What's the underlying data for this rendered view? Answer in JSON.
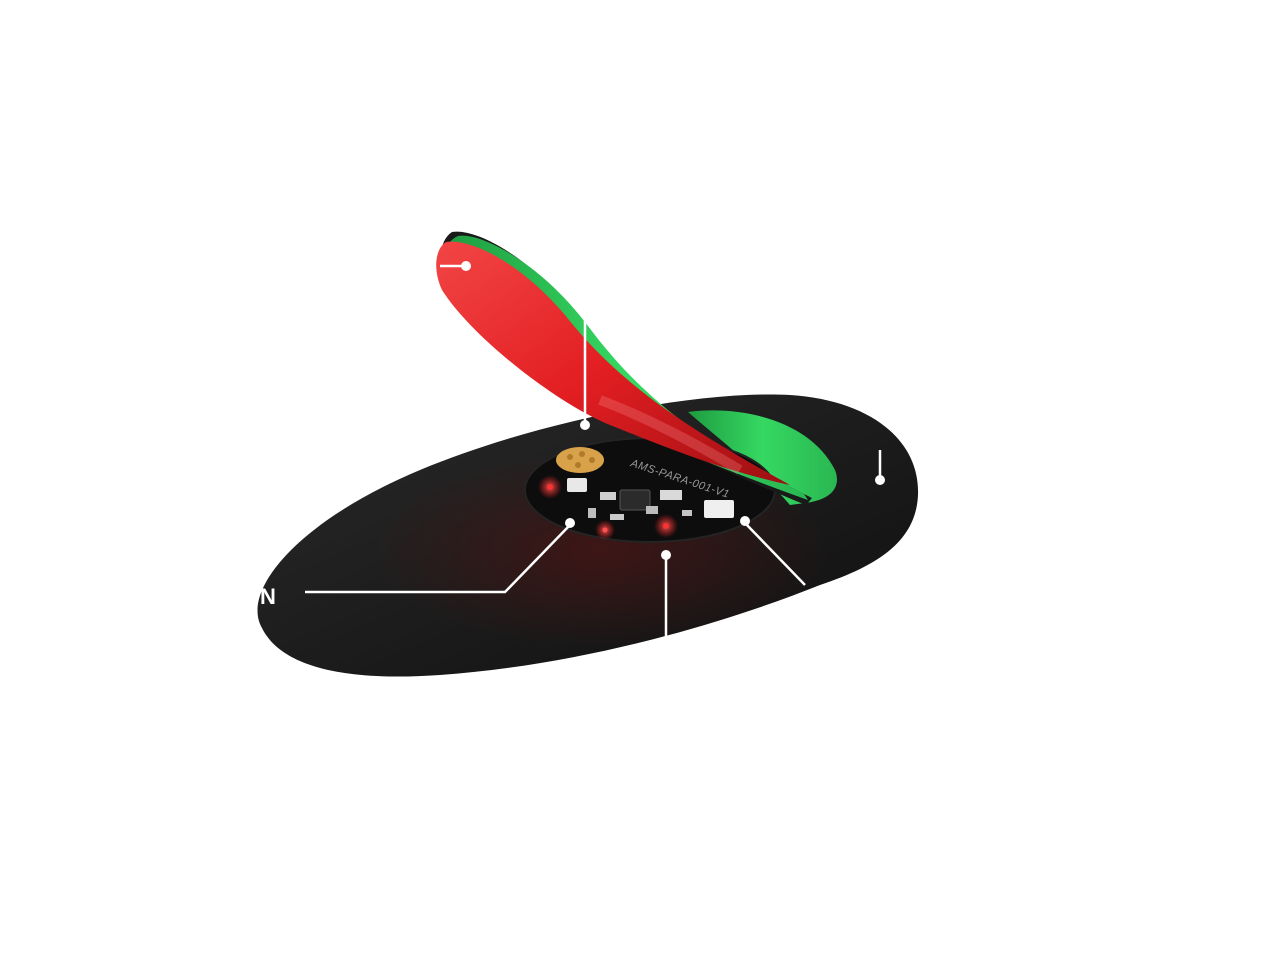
{
  "image": {
    "subject": "flexible-insole-sensor-with-pcb",
    "colors": {
      "background": "#ffffff",
      "base_sheet": "#1c1c1c",
      "flap_red": "#e8282c",
      "flap_green": "#2fd15a",
      "pcb": "#0e0e0e",
      "pad_gold": "#d8a24a",
      "led_red": "#ff3030",
      "callout_line": "#ffffff"
    }
  },
  "pcb": {
    "silkscreen": "AMS-PARA-001-V1"
  },
  "callouts": {
    "left_letter": "N"
  }
}
